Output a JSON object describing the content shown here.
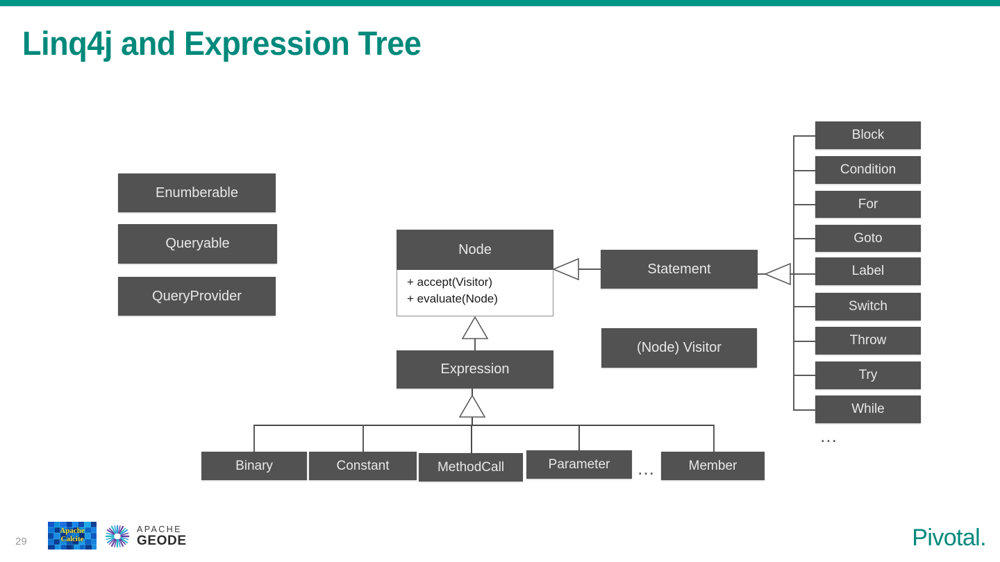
{
  "slide": {
    "title": "Linq4j and Expression Tree",
    "number": "29",
    "accent_color": "#00897B",
    "topbar_color": "#009688",
    "box_color": "#525252"
  },
  "left_classes": [
    {
      "label": "Enumberable"
    },
    {
      "label": "Queryable"
    },
    {
      "label": "QueryProvider"
    }
  ],
  "node_class": {
    "name": "Node",
    "methods": [
      "+ accept(Visitor)",
      "+ evaluate(Node)"
    ]
  },
  "statement_box": {
    "label": "Statement"
  },
  "visitor_box": {
    "label": "(Node) Visitor"
  },
  "expression_box": {
    "label": "Expression"
  },
  "statement_subclasses": [
    {
      "label": "Block"
    },
    {
      "label": "Condition"
    },
    {
      "label": "For"
    },
    {
      "label": "Goto"
    },
    {
      "label": "Label"
    },
    {
      "label": "Switch"
    },
    {
      "label": "Throw"
    },
    {
      "label": "Try"
    },
    {
      "label": "While"
    }
  ],
  "statement_more": "…",
  "expression_subclasses": [
    {
      "label": "Binary"
    },
    {
      "label": "Constant"
    },
    {
      "label": "MethodCall"
    },
    {
      "label": "Parameter"
    },
    {
      "label": "Member"
    }
  ],
  "expression_more": "…",
  "footer": {
    "calcite_line1": "Apache",
    "calcite_line2": "Calcite",
    "geode_line1": "APACHE",
    "geode_line2": "GEODE",
    "brand": "Pivotal",
    "brand_dot": "."
  }
}
